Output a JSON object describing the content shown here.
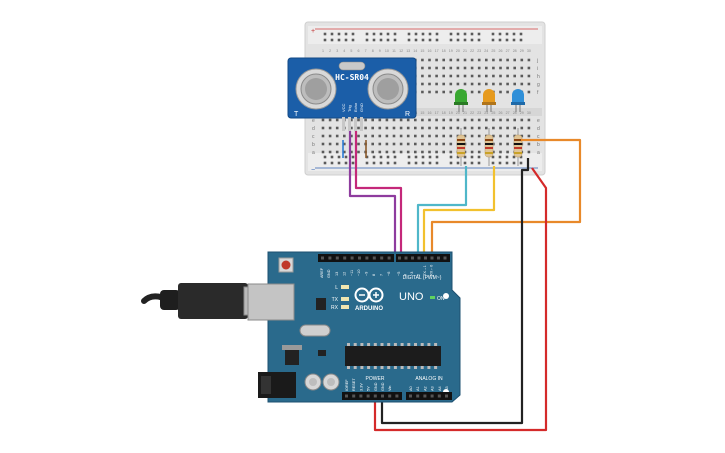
{
  "sensor": {
    "model": "HC-SR04",
    "left_mark": "T",
    "right_mark": "R",
    "pins": [
      "VCC",
      "Trig",
      "Echo",
      "GND"
    ]
  },
  "arduino": {
    "brand": "ARDUINO",
    "model": "UNO",
    "on_label": "ON",
    "led_labels": [
      "L",
      "TX",
      "RX"
    ],
    "digital_header": "DIGITAL (PWM~)",
    "aref": "AREF",
    "gnd": "GND",
    "digital_pins": [
      "13",
      "12",
      "~11",
      "~10",
      "~9",
      "8",
      "7",
      "~6",
      "~5",
      "4",
      "~3",
      "2",
      "TX→1",
      "RX←0"
    ],
    "power_header": "POWER",
    "analog_header": "ANALOG IN",
    "power_pins": [
      "IOREF",
      "RESET",
      "3.3V",
      "5V",
      "GND",
      "GND",
      "Vin"
    ],
    "analog_pins": [
      "A0",
      "A1",
      "A2",
      "A3",
      "A4",
      "A5"
    ]
  },
  "breadboard": {
    "row_letters_top": [
      "j",
      "i",
      "h",
      "g",
      "f"
    ],
    "row_letters_bottom": [
      "e",
      "d",
      "c",
      "b",
      "a"
    ],
    "column_numbers": [
      "1",
      "2",
      "3",
      "4",
      "5",
      "6",
      "7",
      "8",
      "9",
      "10",
      "11",
      "12",
      "13",
      "14",
      "15",
      "16",
      "17",
      "18",
      "19",
      "20",
      "21",
      "22",
      "23",
      "24",
      "25",
      "26",
      "27",
      "28",
      "29",
      "30"
    ],
    "rail_plus": "+",
    "rail_minus": "−"
  },
  "leds": [
    {
      "color": "#3aa832"
    },
    {
      "color": "#e69a1e"
    },
    {
      "color": "#2f8fd8"
    }
  ],
  "colors": {
    "board_teal": "#2a6a8c",
    "sensor_blue": "#1b5ea8",
    "wire_purple": "#8e3c9e",
    "wire_magenta": "#c4287a",
    "wire_cyan": "#4fb7c9",
    "wire_yellow": "#f2c12e",
    "wire_orange": "#e8892a",
    "wire_red": "#d42a2a",
    "wire_black": "#222222"
  }
}
